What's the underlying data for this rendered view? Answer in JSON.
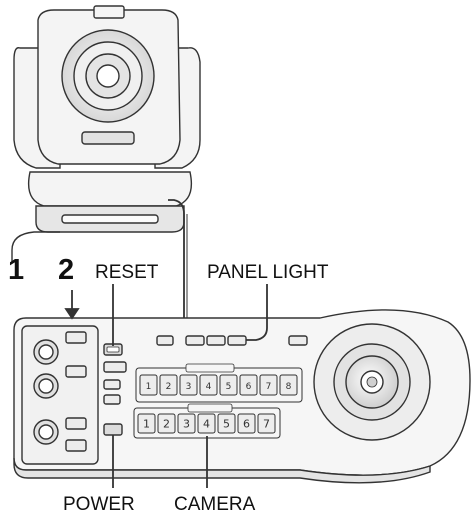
{
  "callouts": {
    "step1": "1",
    "step2": "2",
    "reset": "RESET",
    "panel_light": "PANEL LIGHT",
    "power": "POWER",
    "camera": "CAMERA"
  },
  "camera_buttons": [
    "1",
    "2",
    "3",
    "4",
    "5",
    "6",
    "7"
  ],
  "position_buttons": [
    "1",
    "2",
    "3",
    "4",
    "5",
    "6",
    "7",
    "8"
  ],
  "colors": {
    "line": "#333333",
    "fill": "#f4f4f4",
    "shade": "#dcdcdc"
  }
}
